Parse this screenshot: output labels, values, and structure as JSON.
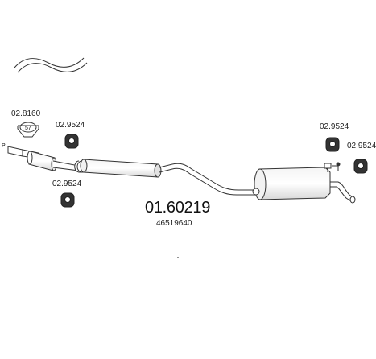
{
  "parts": {
    "clamp_part": "02.8160",
    "clamp_size": "57",
    "hanger_left_upper": "02.9524",
    "hanger_left_lower": "02.9524",
    "hanger_right_upper": "02.9524",
    "hanger_right_lower": "02.9524"
  },
  "assembly": {
    "part_number": "01.60219",
    "oem_number": "46519640",
    "flange_marker": "P"
  },
  "colors": {
    "line": "#333333",
    "fill": "#ffffff",
    "shade": "#e6e6e6"
  }
}
